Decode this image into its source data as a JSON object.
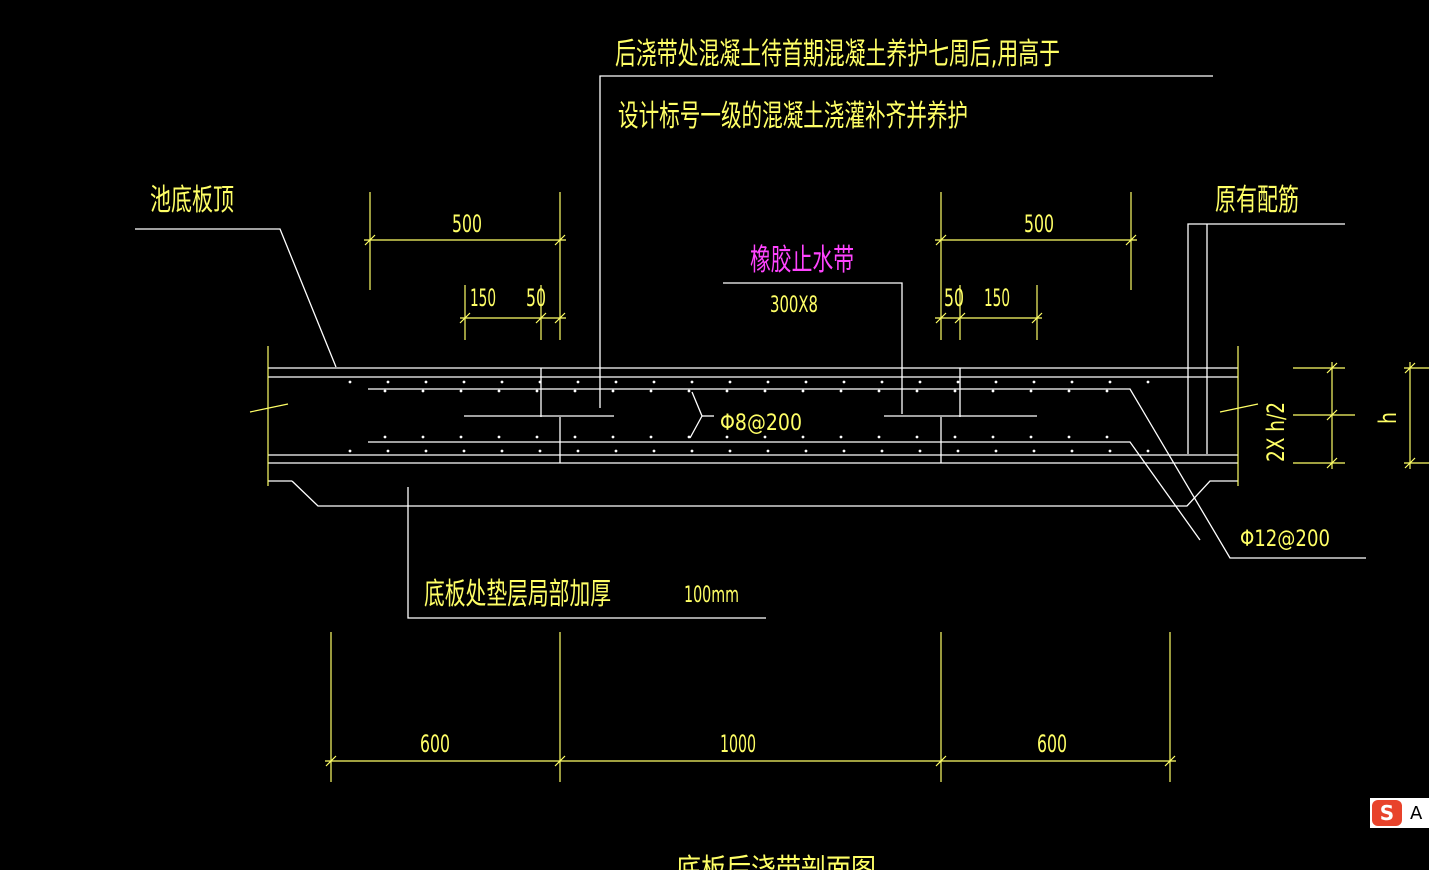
{
  "colors": {
    "background": "#000000",
    "line": "#ffffff",
    "dimension": "#ffff66",
    "annotation": "#ffff66",
    "waterstop_label": "#ff44ff",
    "ime_red": "#e8432b"
  },
  "annotations": {
    "pour_note_line1": "后浇带处混凝土待首期混凝土养护七周后,用高于",
    "pour_note_line2": "设计标号一级的混凝土浇灌补齐并养护",
    "slab_top": "池底板顶",
    "existing_rebar": "原有配筋",
    "waterstop": "橡胶止水带",
    "waterstop_size": "300X8",
    "dist_rebar": "Φ8@200",
    "main_rebar": "Φ12@200",
    "cushion_note": "底板处垫层局部加厚",
    "cushion_thickness": "100mm",
    "bottom_title": "底板后浇带剖面图"
  },
  "dimensions": {
    "top_left_total": "500",
    "top_left_a": "150",
    "top_left_b": "50",
    "top_right_total": "500",
    "top_right_a": "50",
    "top_right_b": "150",
    "bottom_left": "600",
    "bottom_mid": "1000",
    "bottom_right": "600",
    "right_half": "2X h/2",
    "right_total": "h"
  },
  "ime": {
    "logo": "S",
    "mode": "A"
  }
}
